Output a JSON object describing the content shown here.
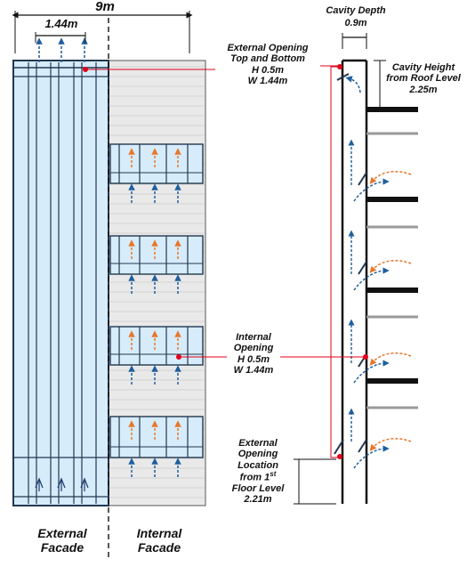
{
  "dimensions": {
    "overall_width": "9m",
    "panel_width": "1.44m",
    "cavity_depth_title": "Cavity Depth",
    "cavity_depth_value": "0.9m",
    "cavity_height_line1": "Cavity Height",
    "cavity_height_line2": "from Roof Level",
    "cavity_height_value": "2.25m"
  },
  "annotations": {
    "external_opening": [
      "External Opening",
      "Top and Bottom",
      "H 0.5m",
      "W 1.44m"
    ],
    "internal_opening": [
      "Internal",
      "Opening",
      "H 0.5m",
      "W 1.44m"
    ],
    "external_location": [
      "External",
      "Opening",
      "Location",
      "from 1",
      "st",
      "Floor Level",
      "2.21m"
    ]
  },
  "facades": {
    "external_line1": "External",
    "external_line2": "Facade",
    "internal_line1": "Internal",
    "internal_line2": "Facade"
  },
  "colors": {
    "glass": "#d6ecfb",
    "frame": "#22374f",
    "blue_arrow": "#1f5f9e",
    "orange_arrow": "#e8772a",
    "marker": "#e3001b",
    "slab": "#111111",
    "floor_gray": "#9a9a9a"
  }
}
